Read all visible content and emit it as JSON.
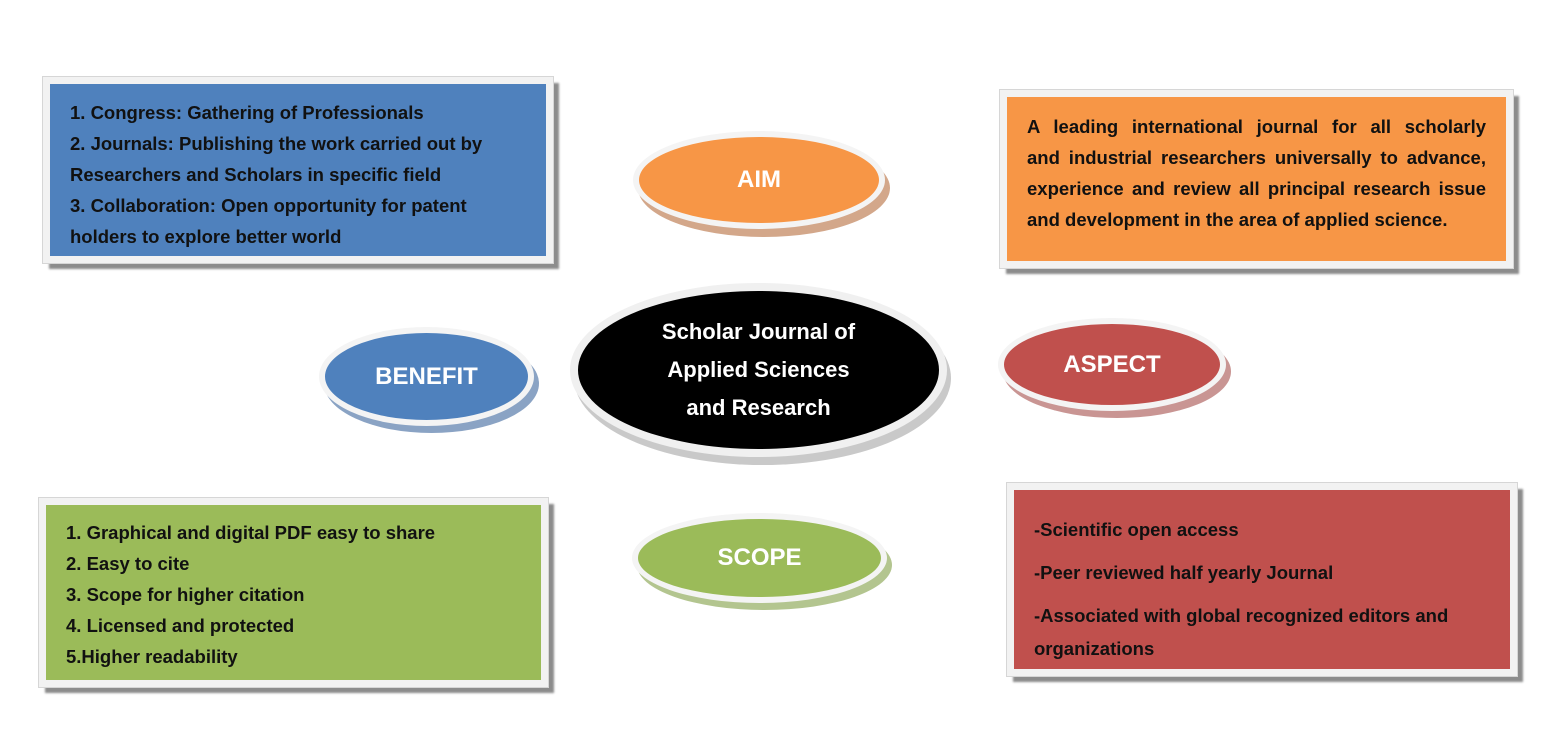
{
  "center": {
    "lines": [
      "Scholar Journal of",
      "Applied Sciences",
      "and Research"
    ]
  },
  "nodes": {
    "aim": "AIM",
    "benefit": "BENEFIT",
    "aspect": "ASPECT",
    "scope": "SCOPE"
  },
  "benefit_box": {
    "lines": [
      "1. Congress: Gathering of Professionals",
      "2. Journals: Publishing the work carried out by",
      "Researchers and Scholars in specific field",
      "3. Collaboration: Open opportunity for patent",
      "holders to explore better world"
    ]
  },
  "aim_box": {
    "lines": [
      "A leading international journal for all scholarly",
      "and industrial researchers universally to advance,",
      "experience and review all principal research issue",
      "and development in the area of applied science."
    ]
  },
  "scope_box": {
    "lines": [
      "1. Graphical and digital PDF easy to share",
      "2. Easy to cite",
      "3. Scope for higher citation",
      "4. Licensed and protected",
      "5.Higher readability"
    ]
  },
  "aspect_box": {
    "lines": [
      "-Scientific open access",
      "-Peer reviewed half yearly Journal",
      "-Associated with global recognized editors and",
      "organizations"
    ]
  },
  "colors": {
    "blue": "#4f81bd",
    "orange": "#f79646",
    "green": "#9bbb59",
    "red": "#c0504d",
    "center": "#000000"
  }
}
